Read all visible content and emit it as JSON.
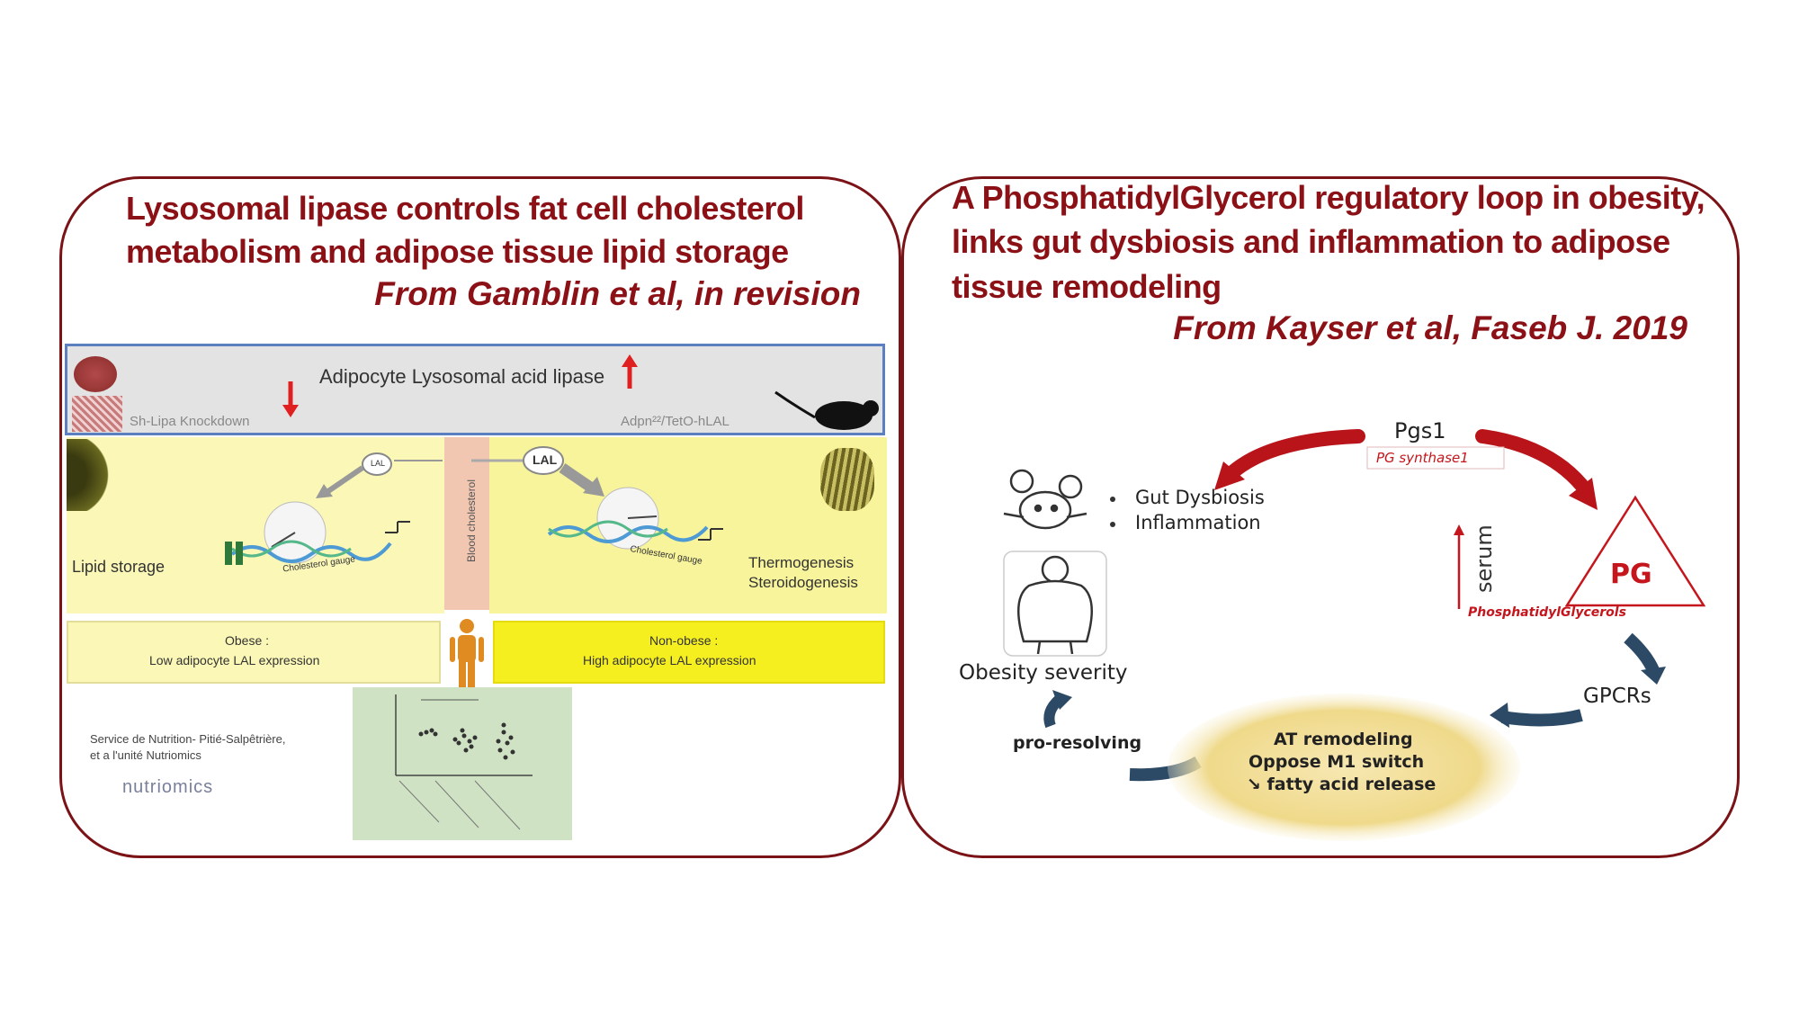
{
  "left_panel": {
    "title_line1": "Lysosomal lipase controls fat cell cholesterol",
    "title_line2": "metabolism and adipose tissue lipid storage",
    "citation": "From Gamblin et al, in revision",
    "figure": {
      "header_label": "Adipocyte Lysosomal acid lipase",
      "knockdown_label": "Sh-Lipa Knockdown",
      "transgenic_label": "Adpn²²/TetO-hLAL",
      "lal_small": "LAL",
      "lal_large": "LAL",
      "blood_cholesterol": "Blood cholesterol",
      "lipid_storage": "Lipid storage",
      "thermogenesis": "Thermogenesis",
      "steroidogenesis": "Steroidogenesis",
      "cholesterol_gauge_left": "Cholesterol gauge",
      "cholesterol_gauge_right": "Cholesterol gauge",
      "obese_line1": "Obese :",
      "obese_line2": "Low adipocyte LAL expression",
      "nonobese_line1": "Non-obese :",
      "nonobese_line2": "High adipocyte LAL expression",
      "credit_line1": "Service de Nutrition- Pitié-Salpêtrière,",
      "credit_line2": "et a l'unité Nutriomics",
      "logo_text": "nutriomics",
      "colors": {
        "header_bg": "#e3e3e3",
        "header_border": "#5b7fbf",
        "yellow_light": "#fbf8b7",
        "yellow_strong": "#f6ef20",
        "blood_band": "#f2c7b2",
        "scatter_bg": "#cfe3c4",
        "arrow_red": "#e02020"
      }
    }
  },
  "right_panel": {
    "title_line1": "A PhosphatidylGlycerol regulatory loop in obesity,",
    "title_line2": "links gut dysbiosis and inflammation to adipose",
    "title_line3": "tissue remodeling",
    "citation": "From Kayser et al, Faseb J. 2019",
    "diagram": {
      "pgs1": "Pgs1",
      "pg_synthase": "PG synthase1",
      "pg": "PG",
      "phosphatidylglycerols": "PhosphatidylGlycerols",
      "serum": "serum",
      "gpcrs": "GPCRs",
      "at_line1": "AT remodeling",
      "at_line2": "Oppose M1 switch",
      "at_line3": "↘ fatty acid release",
      "pro_resolving": "pro-resolving",
      "obesity_severity": "Obesity severity",
      "bullet1": "Gut Dysbiosis",
      "bullet2": "Inflammation",
      "colors": {
        "arrow_red": "#b8141a",
        "arrow_navy": "#2c4a66",
        "pg_red": "#c4161c",
        "fat_yellow": "#efd98a"
      }
    }
  },
  "colors": {
    "border": "#7a1216",
    "title_red": "#8b1116"
  }
}
